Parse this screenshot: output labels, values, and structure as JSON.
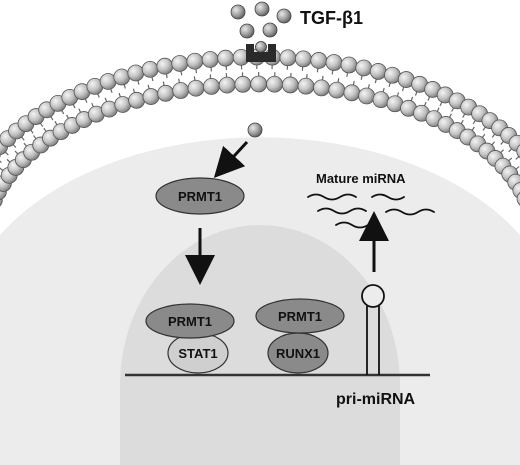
{
  "ligand": {
    "label": "TGF-β1"
  },
  "cytoplasm": {
    "protein": "PRMT1",
    "mirna_label": "Mature miRNA"
  },
  "nucleus": {
    "complex_stat": {
      "top": "PRMT1",
      "bottom": "STAT1"
    },
    "complex_runx": {
      "top": "PRMT1",
      "bottom": "RUNX1"
    },
    "gene_label": "pri-miRNA"
  },
  "colors": {
    "membrane_bead": "#c6c6c6",
    "cytoplasm": "#ececec",
    "nucleus": "#dcdcdc",
    "prmt1": "#8a8a8a",
    "factor": "#cfcfcf"
  }
}
